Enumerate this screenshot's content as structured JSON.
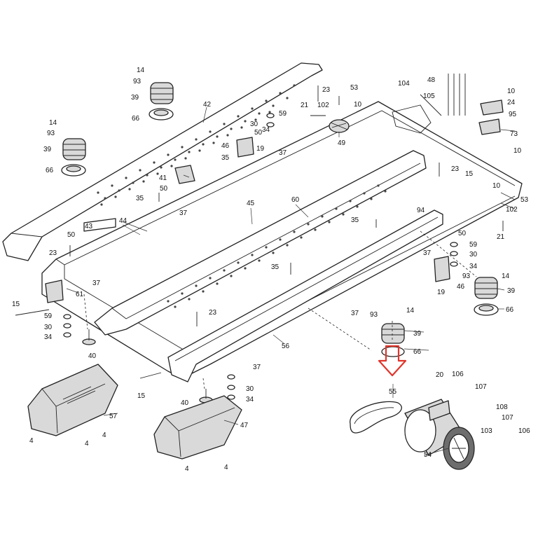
{
  "diagram": {
    "highlight_color": "#e0352b",
    "highlighted_part": "55",
    "callouts": {
      "c4a": "4",
      "c4b": "4",
      "c4c": "4",
      "c4d": "4",
      "c4e": "4",
      "c10a": "10",
      "c10b": "10",
      "c10c": "10",
      "c10d": "10",
      "c14a": "14",
      "c14b": "14",
      "c14c": "14",
      "c14d": "14",
      "c15a": "15",
      "c15b": "15",
      "c15c": "15",
      "c19a": "19",
      "c19b": "19",
      "c20": "20",
      "c21a": "21",
      "c21b": "21",
      "c23a": "23",
      "c23b": "23",
      "c23c": "23",
      "c23d": "23",
      "c24": "24",
      "c30a": "30",
      "c30b": "30",
      "c30c": "30",
      "c30d": "30",
      "c34a": "34",
      "c34b": "34",
      "c34c": "34",
      "c34d": "34",
      "c35a": "35",
      "c35b": "35",
      "c35c": "35",
      "c35d": "35",
      "c37a": "37",
      "c37b": "37",
      "c37c": "37",
      "c37d": "37",
      "c37e": "37",
      "c37f": "37",
      "c39a": "39",
      "c39b": "39",
      "c39c": "39",
      "c39d": "39",
      "c40a": "40",
      "c40b": "40",
      "c41": "41",
      "c42": "42",
      "c43": "43",
      "c44": "44",
      "c45": "45",
      "c46a": "46",
      "c46b": "46",
      "c47": "47",
      "c48": "48",
      "c49": "49",
      "c50a": "50",
      "c50b": "50",
      "c50c": "50",
      "c50d": "50",
      "c53a": "53",
      "c53b": "53",
      "c54": "54",
      "c55": "55",
      "c56": "56",
      "c57": "57",
      "c59a": "59",
      "c59b": "59",
      "c59c": "59",
      "c60": "60",
      "c61": "61",
      "c66a": "66",
      "c66b": "66",
      "c66c": "66",
      "c66d": "66",
      "c73": "73",
      "c93a": "93",
      "c93b": "93",
      "c93c": "93",
      "c93d": "93",
      "c94": "94",
      "c95": "95",
      "c102a": "102",
      "c102b": "102",
      "c103": "103",
      "c104": "104",
      "c105": "105",
      "c106a": "106",
      "c106b": "106",
      "c107a": "107",
      "c107b": "107",
      "c108": "108"
    }
  }
}
